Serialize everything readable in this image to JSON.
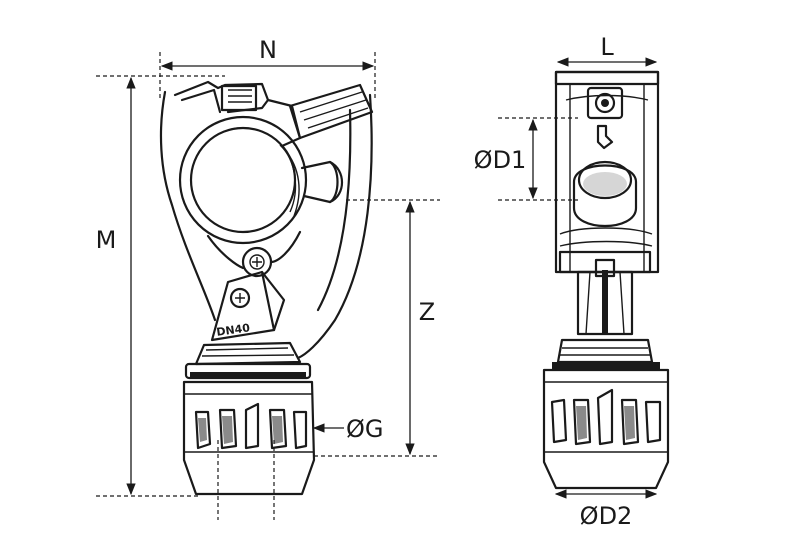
{
  "labels": {
    "N": "N",
    "L": "L",
    "M": "M",
    "Z": "Z",
    "OD1": "ØD1",
    "OG": "ØG",
    "OD2": "ØD2",
    "marking": "DN40"
  }
}
